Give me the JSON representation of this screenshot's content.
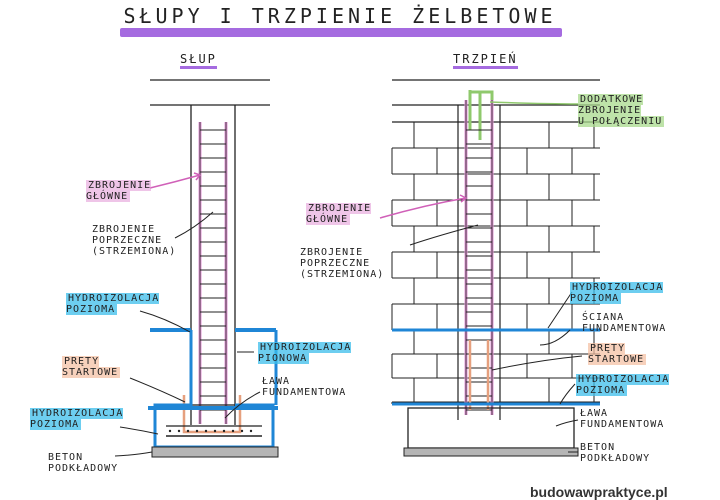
{
  "title": "SŁUPY I TRZPIENIE ŻELBETOWE",
  "left": {
    "heading": "SŁUP",
    "labels": {
      "zbrojenie_glowne": "ZBROJENIE\nGŁÓWNE",
      "zbrojenie_poprzeczne": "ZBROJENIE\nPOPRZECZNE\n(STRZEMIONA)",
      "hydro_pozioma_top": "HYDROIZOLACJA\nPOZIOMA",
      "hydro_pionowa": "HYDROIZOLACJA\nPIONOWA",
      "prety_startowe": "PRĘTY\nSTARTOWE",
      "lawa": "ŁAWA\nFUNDAMENTOWA",
      "hydro_pozioma_bottom": "HYDROIZOLACJA\nPOZIOMA",
      "beton": "BETON\nPODKŁADOWY"
    }
  },
  "right": {
    "heading": "TRZPIEŃ",
    "labels": {
      "dodatkowe": "DODATKOWE\nZBROJENIE\nU POŁĄCZENIU",
      "zbrojenie_glowne": "ZBROJENIE\nGŁÓWNE",
      "zbrojenie_poprzeczne": "ZBROJENIE\nPOPRZECZNE\n(STRZEMIONA)",
      "hydro_pozioma_top": "HYDROIZOLACJA\nPOZIOMA",
      "sciana": "ŚCIANA\nFUNDAMENTOWA",
      "prety_startowe": "PRĘTY\nSTARTOWE",
      "hydro_pozioma_bottom": "HYDROIZOLACJA\nPOZIOMA",
      "lawa": "ŁAWA\nFUNDAMENTOWA",
      "beton": "BETON\nPODKŁADOWY"
    }
  },
  "watermark": "budowawpraktyce.pl",
  "colors": {
    "purple": "#a56be0",
    "pink": "#e296d6",
    "blue": "#1f86d6",
    "peach": "#f4bea0",
    "green": "#a8da8c",
    "line": "#222222"
  }
}
